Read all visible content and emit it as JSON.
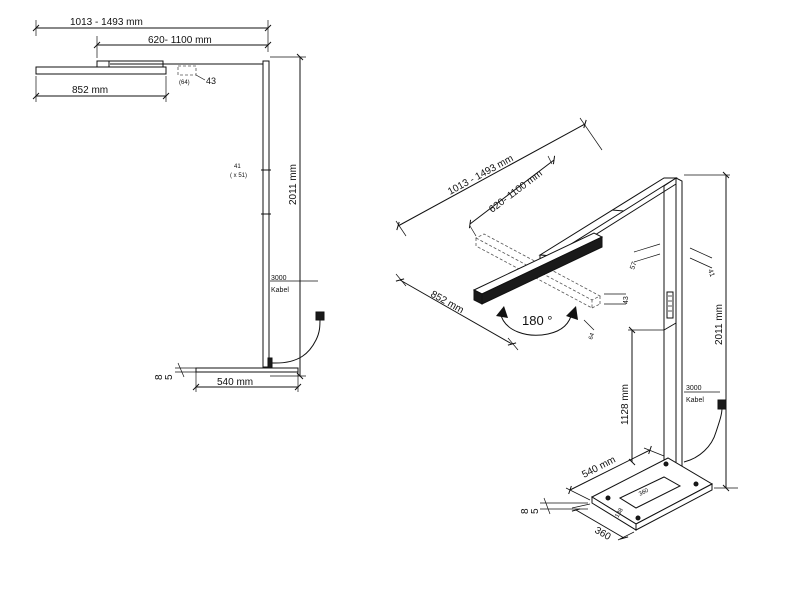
{
  "side_view": {
    "overall_width": "1013 - 1493  mm",
    "arm_extension": "620- 1100 mm",
    "head_length": "852  mm",
    "head_offset": "(64)",
    "head_height": "43",
    "pole_size": "41",
    "pole_size_alt": "( x 51)",
    "total_height": "2011 mm",
    "cable_length": "3000",
    "cable_word": "Kabel",
    "base_length": "540 mm",
    "base_dim_a": "8",
    "base_dim_b": "5"
  },
  "iso_view": {
    "overall_width": "1013 - 1493  mm",
    "arm_extension": "620- 1100 mm",
    "head_length": "852 mm",
    "rotation": "180 °",
    "dim_57": "57",
    "dim_41": "41",
    "dim_43": "43",
    "dim_64": "64",
    "total_height": "2011 mm",
    "lower_height": "1128 mm",
    "cable_length": "3000",
    "cable_word": "Kabel",
    "base_length": "540 mm",
    "base_width": "360",
    "base_inner_width": "360",
    "base_inner_depth": "138",
    "base_dim_a": "8",
    "base_dim_b": "5"
  }
}
